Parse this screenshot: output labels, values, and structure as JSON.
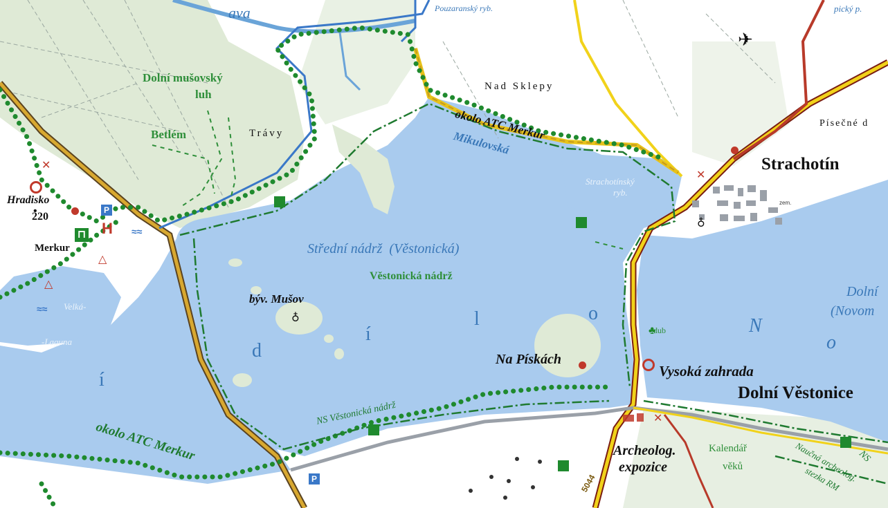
{
  "map": {
    "labels": {
      "top_river": "ava",
      "top_pond": "Pouzaranský ryb.",
      "top_right_stream": "pický p.",
      "dolni_musovsky_luh_1": "Dolní mušovský",
      "dolni_musovsky_luh_2": "luh",
      "travy": "Trávy",
      "betlem": "Betlém",
      "hradisko": "Hradisko",
      "hradisko_elev": "220",
      "merkur": "Merkur",
      "velka": "Velká-",
      "laguna": "-Laguna",
      "nad_sklepy": "Nad Sklepy",
      "okolo_atc_top": "okolo ATC Merkur",
      "mikulovska": "Mikulovská",
      "strachotinsky_1": "Strachotínský",
      "strachotinsky_2": "ryb.",
      "strachotin": "Strachotín",
      "pisecne": "Písečné d",
      "stredni_nadrz": "Střední nádrž  (Věstonická)",
      "vestonicka_nadrz": "Věstonická nádrž",
      "byv_musov": "býv. Mušov",
      "letter_d": "d",
      "letter_i1": "í",
      "letter_l": "l",
      "letter_o": "o",
      "letter_i2": "í",
      "na_piskach": "Na Pískách",
      "dub": "dub",
      "vysoka_zahrada": "Vysoká zahrada",
      "dolni_vestonice": "Dolní Věstonice",
      "dolni_right_1": "Dolní",
      "dolni_right_2": "(Novom",
      "letter_N": "N",
      "letter_o2": "o",
      "ns_vestonicka": "NS Věstonická nádrž",
      "okolo_atc_bottom": "okolo ATC Merkur",
      "archeolog_1": "Archeolog.",
      "archeolog_2": "expozice",
      "kalendar_1": "Kalendář",
      "kalendar_2": "věků",
      "naucna_1": "Naučná archeolog.",
      "naucna_2": "stezka RM",
      "ns_right": "NS",
      "road_number": "5044",
      "zem": "zem."
    },
    "colors": {
      "water": "#a9cbee",
      "water_dark": "#5e95d6",
      "land": "#ffffff",
      "forest": "#dce8d2",
      "meadow": "#e6efe0",
      "green_route": "#1f8a2e",
      "main_road": "#c69a1e",
      "road_yellow": "#f1d21a",
      "red_route": "#c0392b",
      "blue_route": "#3a78c8"
    },
    "icons": [
      "airport-icon",
      "castle-ruin-icon",
      "parking-icon",
      "hospital-icon",
      "campsite-icon",
      "swimming-icon",
      "chapel-icon",
      "viewpoint-icon",
      "tree-icon"
    ]
  }
}
